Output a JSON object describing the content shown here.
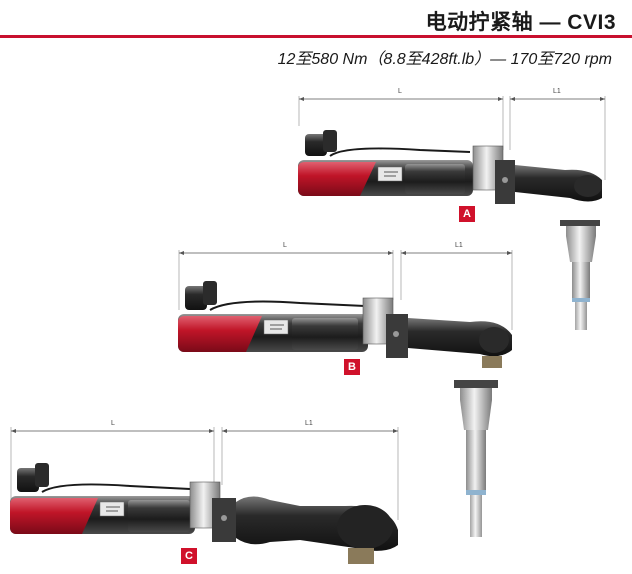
{
  "header": {
    "title": "电动拧紧轴 — CVI3",
    "subtitle": "12至580 Nm（8.8至428ft.lb）— 170至720 rpm",
    "accent_color": "#c8102e"
  },
  "variants": [
    {
      "badge": "A",
      "dim_l": "L",
      "dim_l1": "L1"
    },
    {
      "badge": "B",
      "dim_l": "L",
      "dim_l1": "L1"
    },
    {
      "badge": "C",
      "dim_l": "L",
      "dim_l1": "L1"
    }
  ],
  "icons": [
    "electric-nutrunner-image",
    "angle-head-socket-image"
  ]
}
